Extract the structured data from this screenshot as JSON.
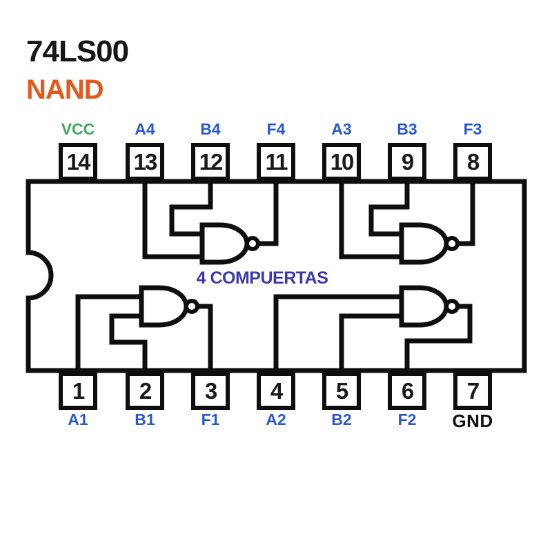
{
  "header": {
    "chip_title": "74LS00",
    "gate_type": "NAND",
    "center_caption": "4 COMPUERTAS"
  },
  "colors": {
    "background": "#ffffff",
    "line_black": "#0e0e0e",
    "pin_label_blue": "#2b57cf",
    "vcc_green": "#41a55e",
    "gnd_black": "#111111",
    "caption_indigo": "#3c38ae",
    "nand_orange": "#e2581d",
    "title_black": "#161616"
  },
  "pins": {
    "top": [
      {
        "number": "14",
        "label": "VCC"
      },
      {
        "number": "13",
        "label": "A4"
      },
      {
        "number": "12",
        "label": "B4"
      },
      {
        "number": "11",
        "label": "F4"
      },
      {
        "number": "10",
        "label": "A3"
      },
      {
        "number": "9",
        "label": "B3"
      },
      {
        "number": "8",
        "label": "F3"
      }
    ],
    "bottom": [
      {
        "number": "1",
        "label": "A1"
      },
      {
        "number": "2",
        "label": "B1"
      },
      {
        "number": "3",
        "label": "F1"
      },
      {
        "number": "4",
        "label": "A2"
      },
      {
        "number": "5",
        "label": "B2"
      },
      {
        "number": "6",
        "label": "F2"
      },
      {
        "number": "7",
        "label": "GND"
      }
    ]
  }
}
